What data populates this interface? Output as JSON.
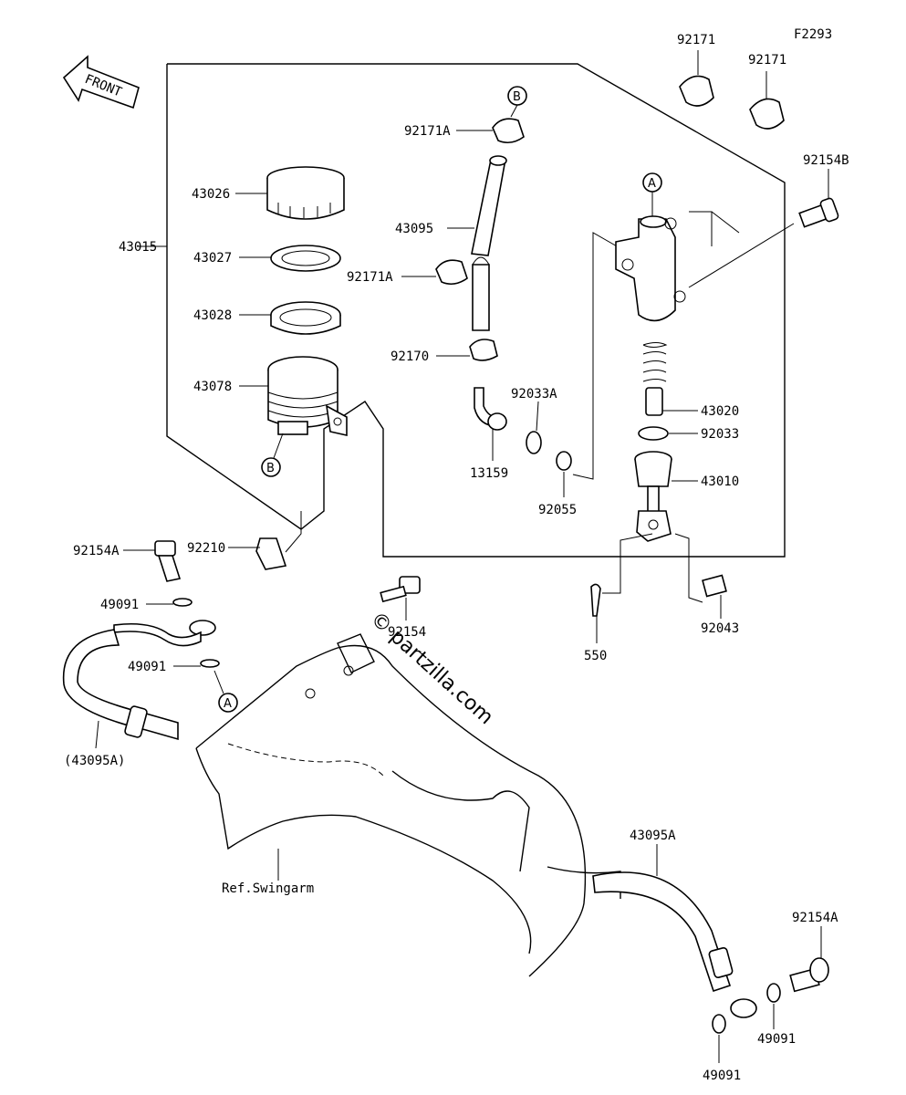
{
  "figure_code": "F2293",
  "front_label": "FRONT",
  "watermark": "© partzilla.com",
  "callouts": {
    "a": "A",
    "b": "B"
  },
  "parts": {
    "p92171_left": "92171",
    "p92171_right": "92171",
    "p92154B": "92154B",
    "p92171A_top": "92171A",
    "p43026": "43026",
    "p43095": "43095",
    "p43015": "43015",
    "p43027": "43027",
    "p92171A_mid": "92171A",
    "p43028": "43028",
    "p92170": "92170",
    "p43078": "43078",
    "p92033A": "92033A",
    "p43020": "43020",
    "p92033": "92033",
    "p13159": "13159",
    "p43010": "43010",
    "p92055": "92055",
    "p92154A_left": "92154A",
    "p92210": "92210",
    "p49091_upper": "49091",
    "p92154": "92154",
    "p550": "550",
    "p92043": "92043",
    "p49091_lower": "49091",
    "p43095A_paren": "(43095A)",
    "ref_swingarm": "Ref.Swingarm",
    "p43095A": "43095A",
    "p92154A_right": "92154A",
    "p49091_right": "49091",
    "p49091_bottom": "49091"
  }
}
